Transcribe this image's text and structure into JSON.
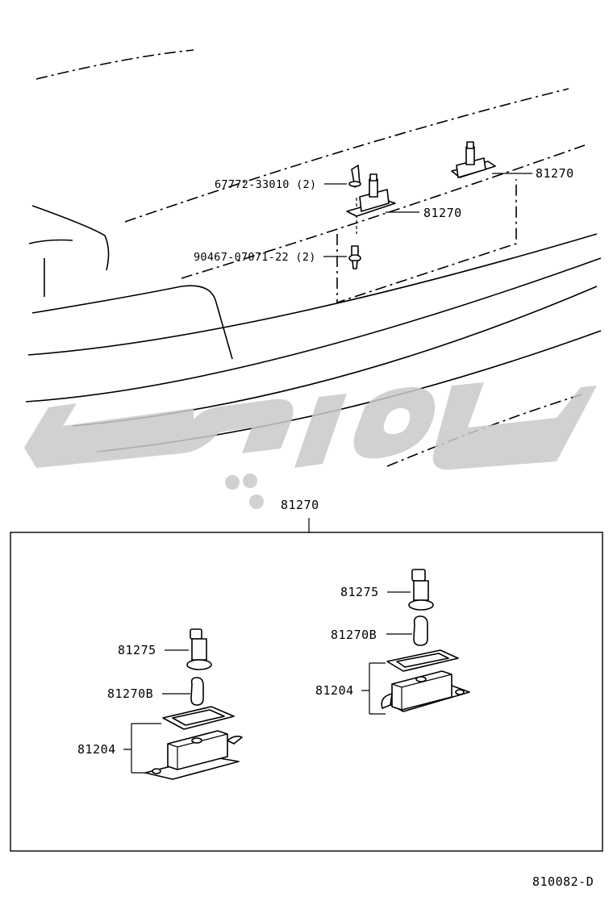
{
  "diagram": {
    "labels": {
      "clip_part": "67772-33010 (2)",
      "screw_part": "90467-07071-22 (2)",
      "lamp_right_top": "81270",
      "lamp_center_top": "81270",
      "assembly_header": "81270",
      "left_bulb": "81275",
      "left_lens": "81270B",
      "left_housing": "81204",
      "right_bulb": "81275",
      "right_lens": "81270B",
      "right_housing": "81204",
      "figure_code": "810082-D"
    },
    "colors": {
      "line": "#000000",
      "watermark": "#c9c9c9",
      "background": "#ffffff"
    }
  }
}
